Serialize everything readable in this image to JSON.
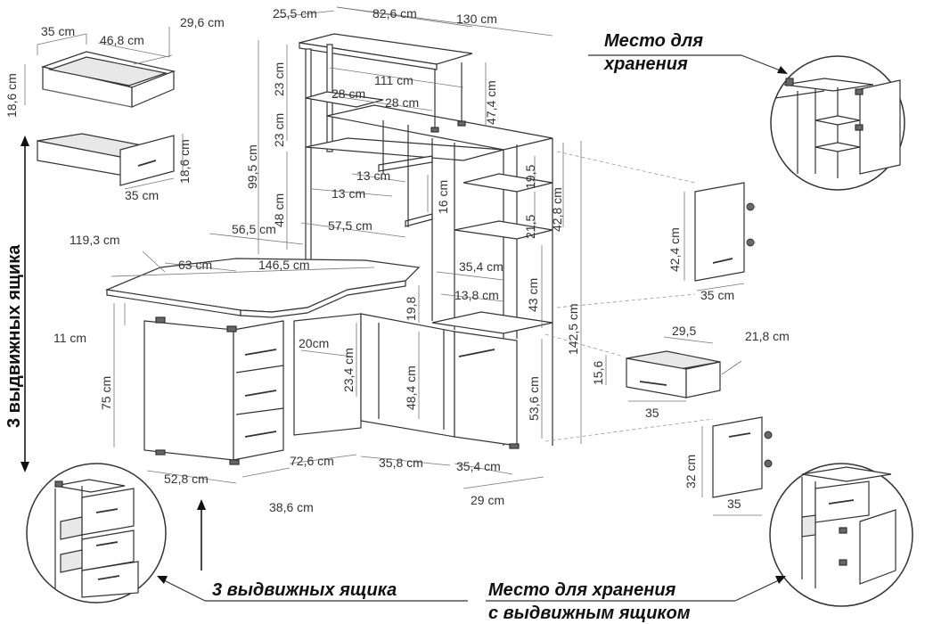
{
  "labels": {
    "drawer_top": {
      "d1": "35 cm",
      "d2": "46,8 cm",
      "d3": "29,6 cm",
      "d4": "18,6 cm"
    },
    "drawer_open": {
      "w": "35 cm",
      "h": "18,6 cm"
    },
    "side_caption": "3 выдвижных ящика",
    "hutch": {
      "w25": "25,5 cm",
      "w82": "82,6 cm",
      "w130": "130 cm",
      "h23a": "23 cm",
      "h23b": "23 cm",
      "h995": "99,5 cm",
      "h48": "48 cm",
      "w111": "111 cm",
      "w28a": "28 cm",
      "w28b": "28 cm",
      "h474": "47,4 cm",
      "w13a": "13 cm",
      "w13b": "13 cm",
      "h16": "16 cm",
      "h195": "19,5",
      "h215": "21,5",
      "h428": "42,8 cm",
      "w565": "56,5 cm",
      "w575": "57,5 cm"
    },
    "desk": {
      "w1193": "119,3 cm",
      "w63": "63 cm",
      "w1465": "146,5 cm",
      "w354a": "35,4 cm",
      "w138": "13,8 cm",
      "h198": "19,8",
      "h43": "43 cm",
      "h1425": "142,5 cm",
      "h11": "11 cm",
      "h75": "75 cm",
      "w20": "20cm",
      "h234": "23,4 cm",
      "h484": "48,4 cm",
      "h536": "53,6 cm",
      "w528": "52,8 cm",
      "w726": "72,6 cm",
      "w358": "35,8 cm",
      "w354b": "35,4 cm",
      "w386": "38,6 cm",
      "w29": "29 cm"
    },
    "storage_caption": [
      "Место для",
      "хранения"
    ],
    "door": {
      "h": "42,4 cm",
      "w": "35 cm"
    },
    "small_drawer": {
      "w295": "29,5",
      "w218": "21,8 cm",
      "h156": "15,6",
      "w35": "35"
    },
    "small_door": {
      "h": "32 cm",
      "w": "35"
    },
    "bottom_left_caption": "3 выдвижных ящика",
    "bottom_right_caption": [
      "Место для хранения",
      "с выдвижным ящиком"
    ]
  }
}
